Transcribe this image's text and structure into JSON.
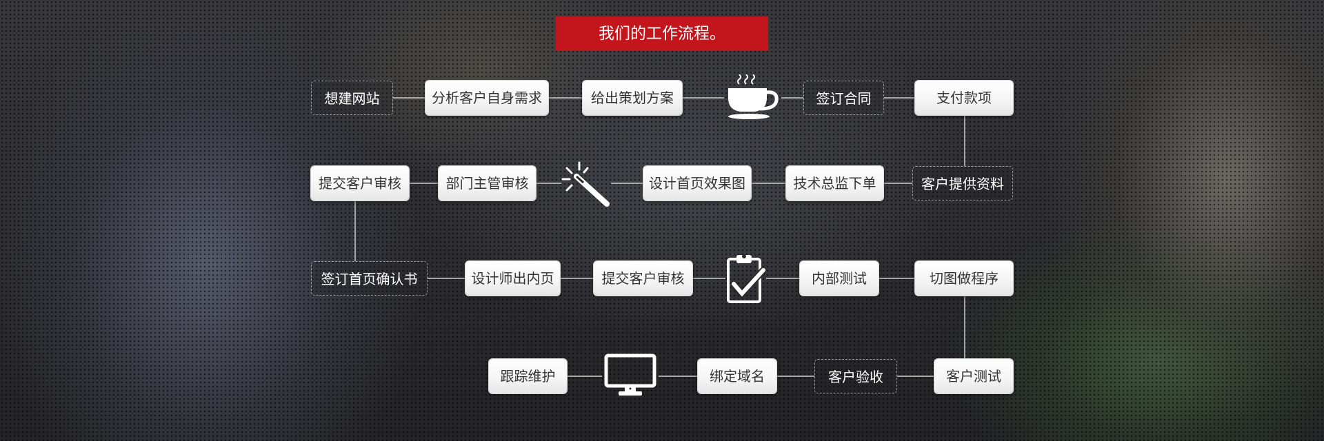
{
  "title": "我们的工作流程。",
  "steps": {
    "r1": [
      "想建网站",
      "分析客户自身需求",
      "给出策划方案",
      "签订合同",
      "支付款项"
    ],
    "r2": [
      "提交客户审核",
      "部门主管审核",
      "设计首页效果图",
      "技术总监下单",
      "客户提供资料"
    ],
    "r3": [
      "签订首页确认书",
      "设计师出内页",
      "提交客户审核",
      "内部测试",
      "切图做程序"
    ],
    "r4": [
      "跟踪维护",
      "绑定域名",
      "客户验收",
      "客户测试"
    ]
  },
  "icons": [
    "coffee-cup-icon",
    "magic-wand-icon",
    "clipboard-check-icon",
    "monitor-icon"
  ],
  "colors": {
    "accent": "#c3161c",
    "node_bg": "#f4f4f4",
    "text_dark": "#333333",
    "line": "#cfcfcf"
  }
}
